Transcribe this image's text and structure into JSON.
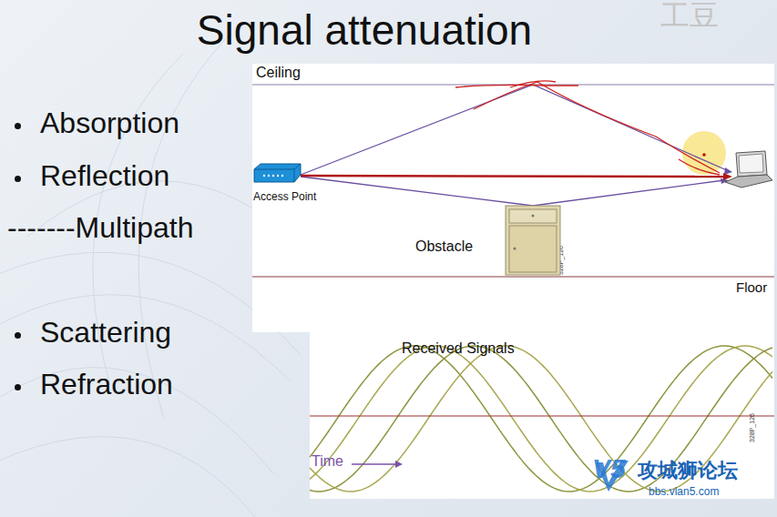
{
  "diagram": {
    "title": "Signal attenuation",
    "nodes": [
      {
        "text": [
          "Access Point"
        ]
      },
      {
        "text": [
          "Obstacle"
        ]
      }
    ],
    "labels": [
      "Absorption",
      "Reflection",
      "-------Multipath",
      "Scattering",
      "Refraction",
      "Ceiling",
      "Floor",
      "328P_126",
      "Received Signals",
      "Time",
      "328P_126",
      "工豆",
      "V5",
      "攻城狮论坛",
      "bbs.vlan5.com"
    ]
  }
}
